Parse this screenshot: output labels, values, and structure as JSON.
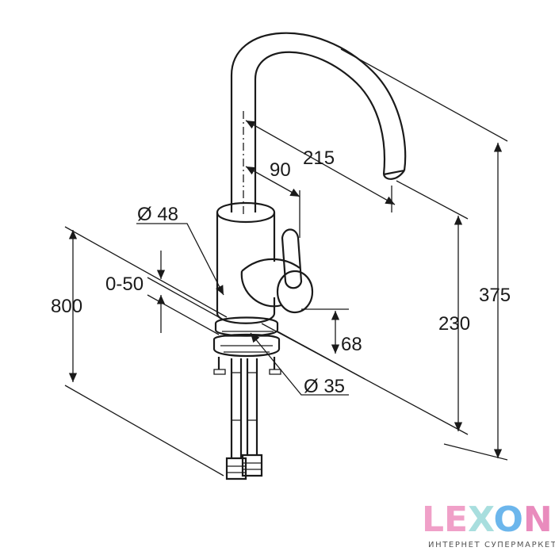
{
  "dimensions": {
    "total_height": "375",
    "spout_height": "230",
    "reach": "215",
    "handle_offset": "90",
    "body_diameter": "Ø 48",
    "hole_diameter": "Ø 35",
    "handle_height": "68",
    "hose_length": "800",
    "deck_thickness": "0-50"
  },
  "logo": {
    "text": "LEXON",
    "tagline": "ИНТЕРНЕТ СУПЕРМАРКЕТ",
    "letter_colors": [
      "#f0a0c8",
      "#f0a0c8",
      "#a8dede",
      "#6cb6ec",
      "#e98bbd"
    ]
  }
}
